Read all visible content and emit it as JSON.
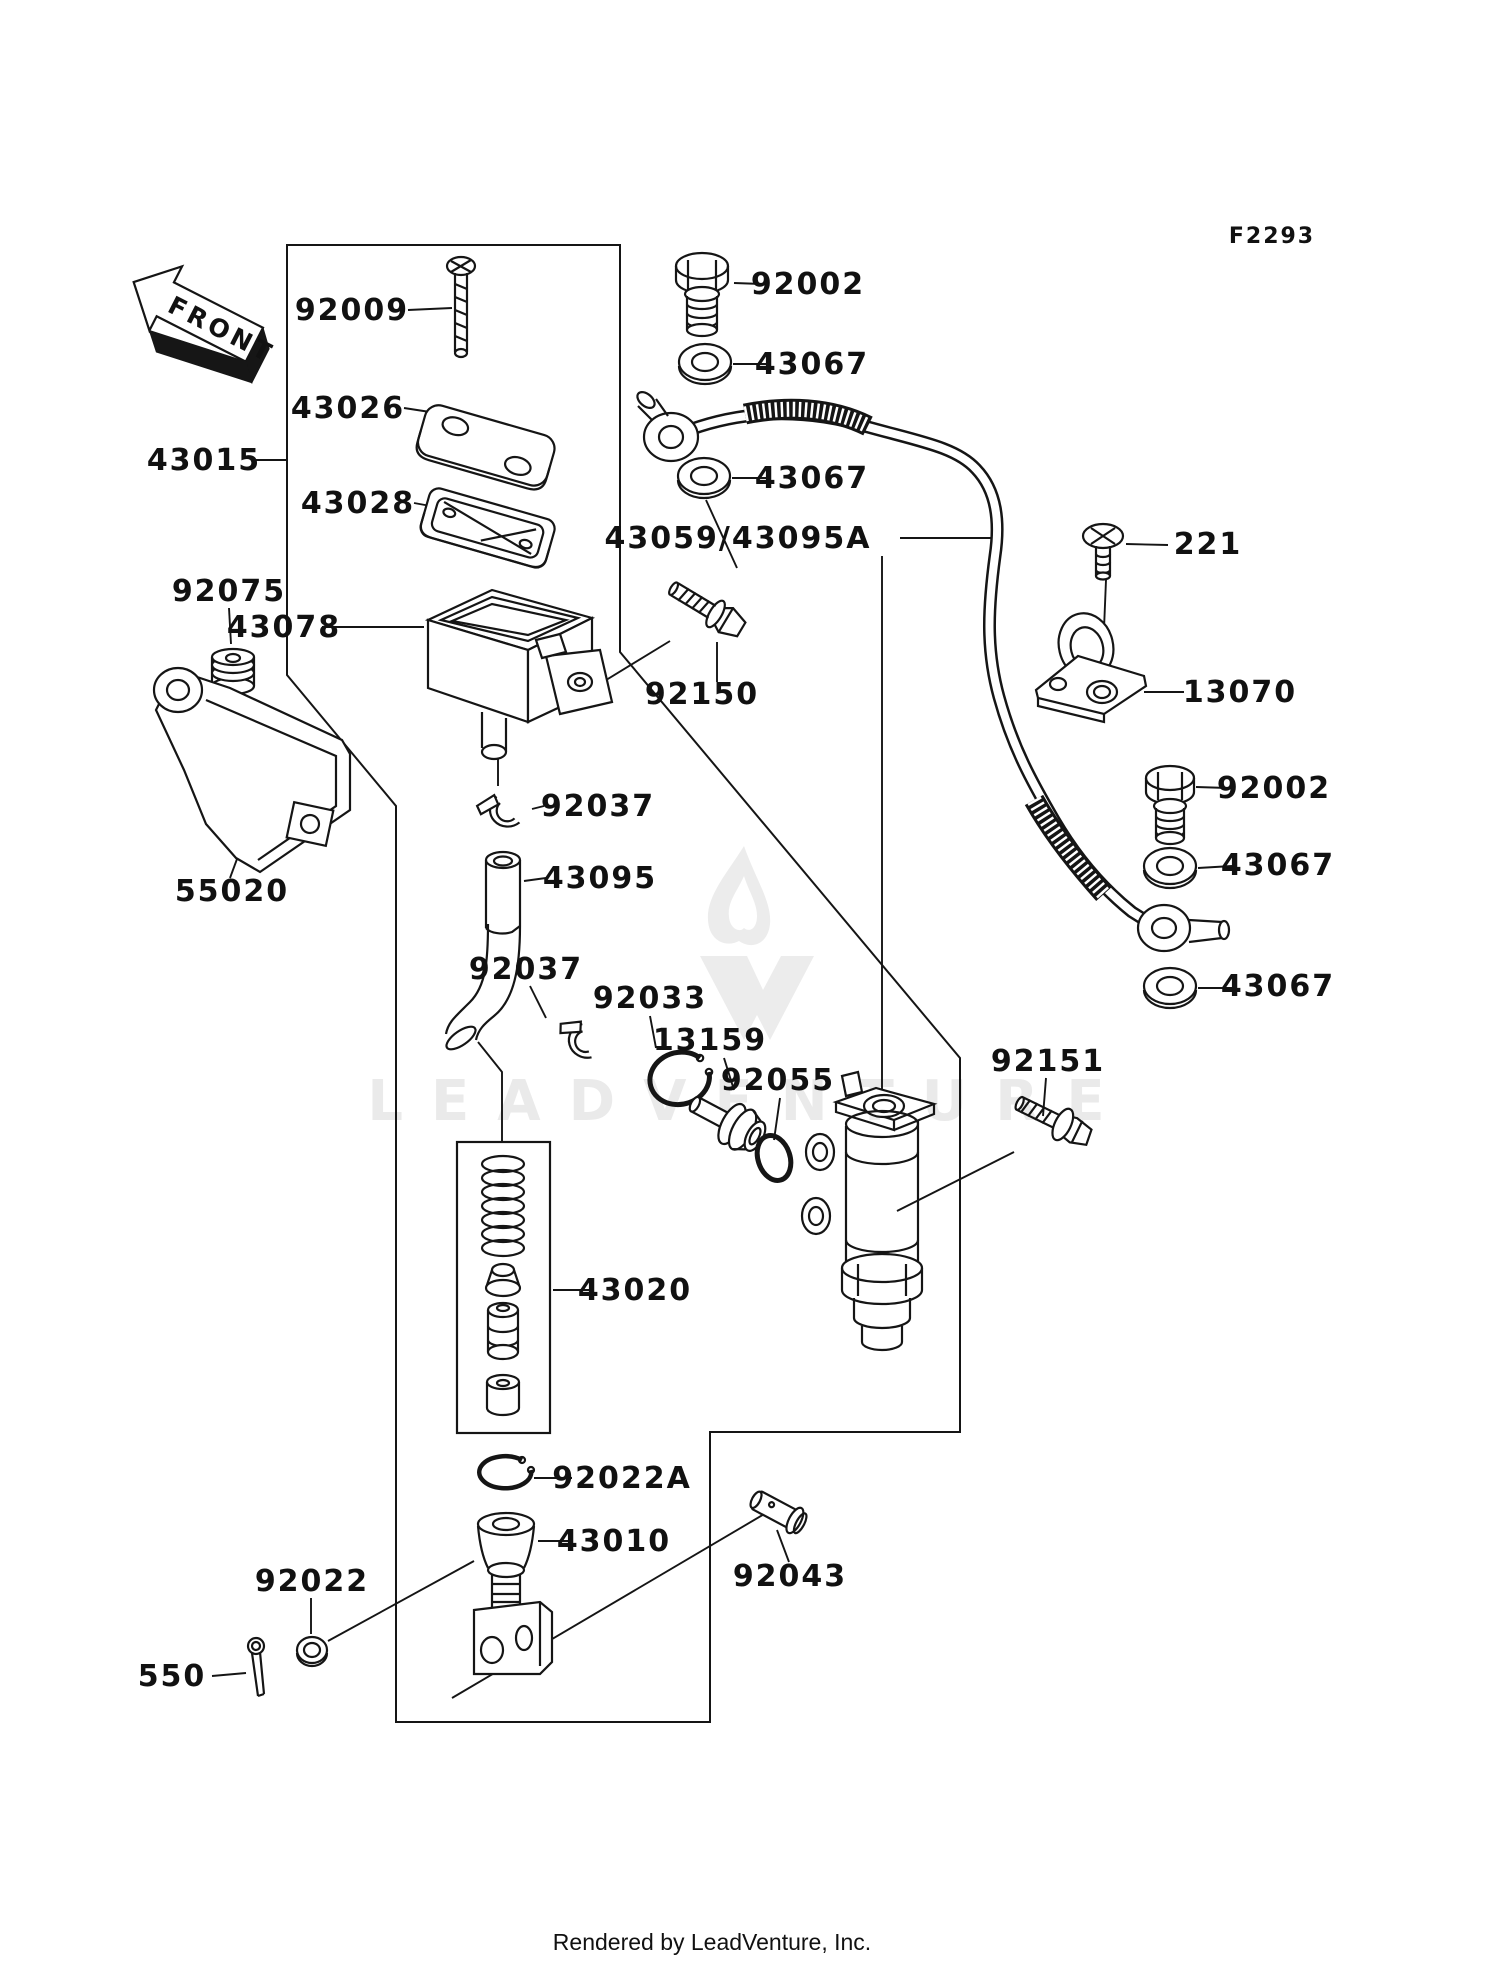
{
  "diagram": {
    "figure_code": "F2293",
    "front_marker": "FRONT",
    "watermark": {
      "text": "LEADVENTURE"
    },
    "footer": {
      "text": "Rendered by LeadVenture, Inc."
    },
    "colors": {
      "line": "#151515",
      "background": "#ffffff",
      "watermark": "#eaeaea"
    },
    "part_labels": [
      {
        "part": "92009"
      },
      {
        "part": "43026"
      },
      {
        "part": "43015"
      },
      {
        "part": "43028"
      },
      {
        "part": "92075"
      },
      {
        "part": "43078"
      },
      {
        "part": "92150"
      },
      {
        "part": "55020"
      },
      {
        "part": "92037"
      },
      {
        "part": "43095"
      },
      {
        "part": "92037"
      },
      {
        "part": "92033"
      },
      {
        "part": "13159"
      },
      {
        "part": "92055"
      },
      {
        "part": "92151"
      },
      {
        "part": "43020"
      },
      {
        "part": "92022A"
      },
      {
        "part": "43010"
      },
      {
        "part": "92022"
      },
      {
        "part": "550"
      },
      {
        "part": "92043"
      },
      {
        "part": "92002"
      },
      {
        "part": "43067"
      },
      {
        "part": "43067"
      },
      {
        "part": "43059/43095A"
      },
      {
        "part": "221"
      },
      {
        "part": "13070"
      },
      {
        "part": "92002"
      },
      {
        "part": "43067"
      },
      {
        "part": "43067"
      }
    ]
  }
}
